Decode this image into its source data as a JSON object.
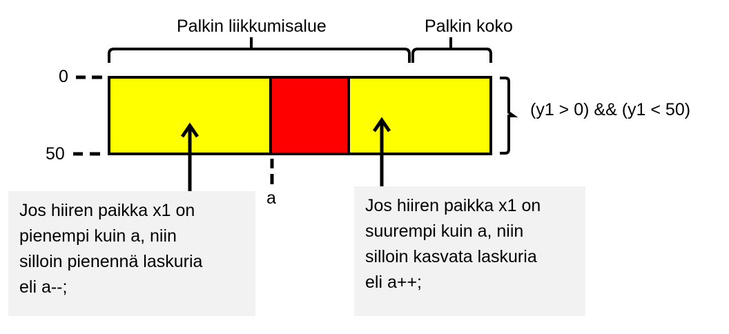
{
  "diagram": {
    "title_range": "Palkin liikkumisalue",
    "title_size": "Palkin koko",
    "axis": {
      "top": "0",
      "bottom": "50"
    },
    "condition": "(y1 > 0) && (y1 < 50)",
    "marker": "a",
    "colors": {
      "track": "#ffff00",
      "slider": "#ff0000",
      "stroke": "#000000",
      "note_bg": "#f2f2f2"
    },
    "notes": {
      "left": {
        "lines": [
          "Jos hiiren paikka x1 on",
          "pienempi kuin a, niin",
          "silloin pienennä laskuria",
          "eli a--;"
        ]
      },
      "right": {
        "lines": [
          "Jos hiiren paikka x1 on",
          "suurempi kuin a, niin",
          "silloin kasvata laskuria",
          "eli a++;"
        ]
      }
    }
  }
}
